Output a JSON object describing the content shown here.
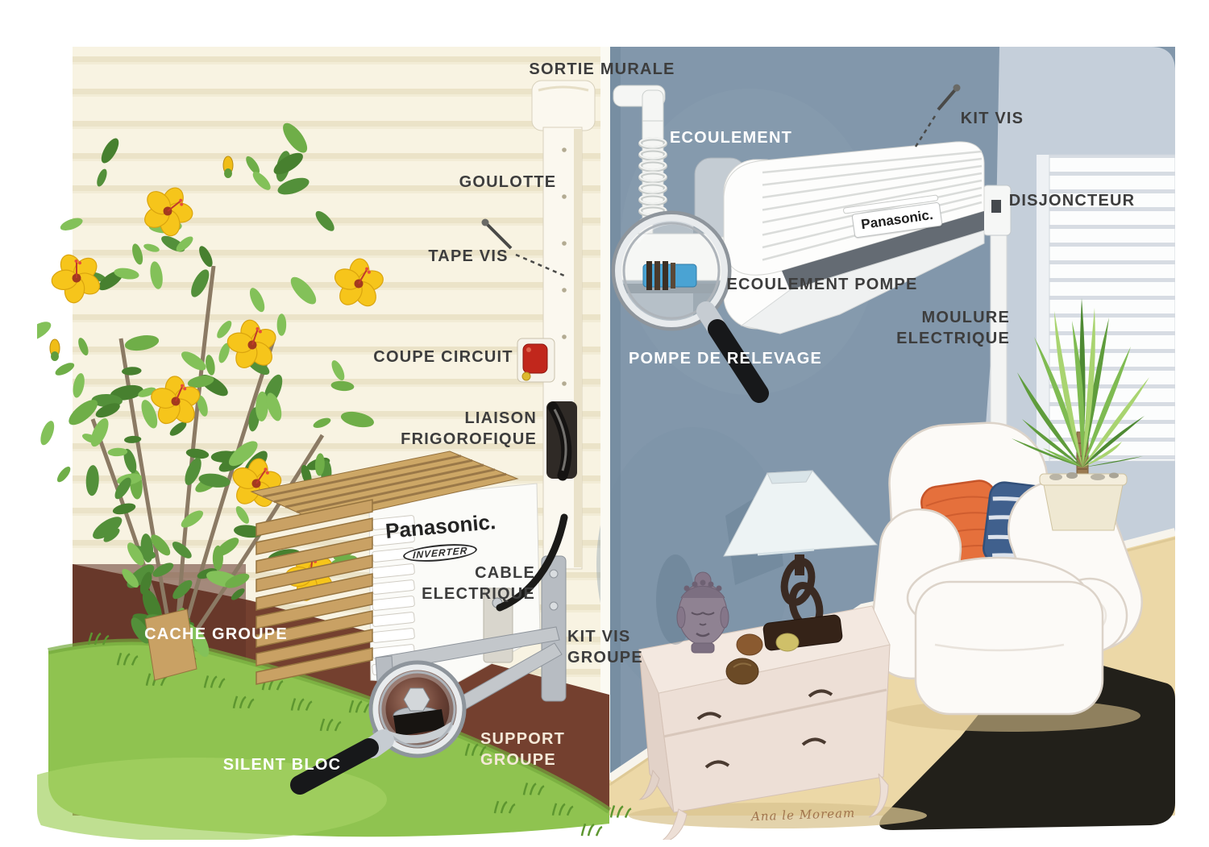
{
  "labels": {
    "sortie_murale": "SORTIE MURALE",
    "goulotte": "GOULOTTE",
    "tape_vis": "TAPE VIS",
    "coupe_circuit": "COUPE CIRCUIT",
    "liaison_frigorofique": {
      "line1": "LIAISON",
      "line2": "FRIGOROFIQUE"
    },
    "cable_electrique": {
      "line1": "CABLE",
      "line2": "ELECTRIQUE"
    },
    "kit_vis_groupe": {
      "line1": "KIT VIS",
      "line2": "GROUPE"
    },
    "support_groupe": {
      "line1": "SUPPORT",
      "line2": "GROUPE"
    },
    "silent_bloc": "SILENT BLOC",
    "cache_groupe": "CACHE GROUPE",
    "ecoulement": "ECOULEMENT",
    "ecoulement_pompe": "ECOULEMENT POMPE",
    "pompe_de_relevage": "POMPE DE RELEVAGE",
    "kit_vis": "KIT VIS",
    "disjoncteur": "DISJONCTEUR",
    "moulure_electrique": {
      "line1": "MOULURE",
      "line2": "ELECTRIQUE"
    }
  },
  "branding": {
    "outdoor_unit_logo": "Panasonic.",
    "outdoor_unit_sublogo": "INVERTER",
    "indoor_unit_logo": "Panasonic."
  },
  "signature": "Ana le Moream",
  "colors": {
    "label_dark": "#3d3d3d",
    "label_light": "#ffffff",
    "label_cream": "#f5e9d8",
    "exterior_wall": "#f8f3e2",
    "interior_wall": "#8297ab",
    "interior_wall_light": "#c5cfda",
    "grass_green": "#8fc350",
    "dirt_brown": "#74402f",
    "wood_tan": "#c9a164",
    "floor_beige": "#ecd8a7",
    "rug_black": "#22201a",
    "cutoff_button_red": "#c1271c",
    "pump_blue": "#4aa3d3",
    "pillow_orange": "#e5703c",
    "pillow_blue": "#40608d",
    "flower_yellow": "#f6c51b"
  }
}
